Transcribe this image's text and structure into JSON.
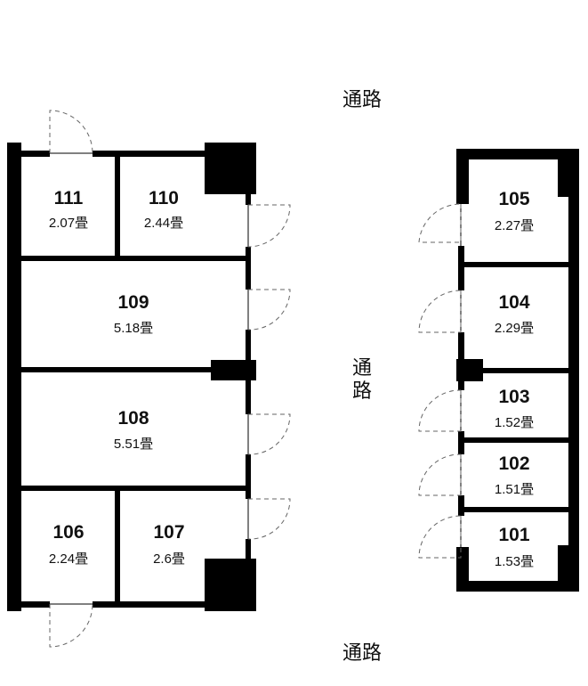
{
  "corridors": {
    "top": "通路",
    "middle_line1": "通",
    "middle_line2": "路",
    "bottom": "通路"
  },
  "rooms": [
    {
      "number": "111",
      "area": "2.07畳"
    },
    {
      "number": "110",
      "area": "2.44畳"
    },
    {
      "number": "109",
      "area": "5.18畳"
    },
    {
      "number": "108",
      "area": "5.51畳"
    },
    {
      "number": "106",
      "area": "2.24畳"
    },
    {
      "number": "107",
      "area": "2.6畳"
    },
    {
      "number": "105",
      "area": "2.27畳"
    },
    {
      "number": "104",
      "area": "2.29畳"
    },
    {
      "number": "103",
      "area": "1.52畳"
    },
    {
      "number": "102",
      "area": "1.51畳"
    },
    {
      "number": "101",
      "area": "1.53畳"
    }
  ]
}
